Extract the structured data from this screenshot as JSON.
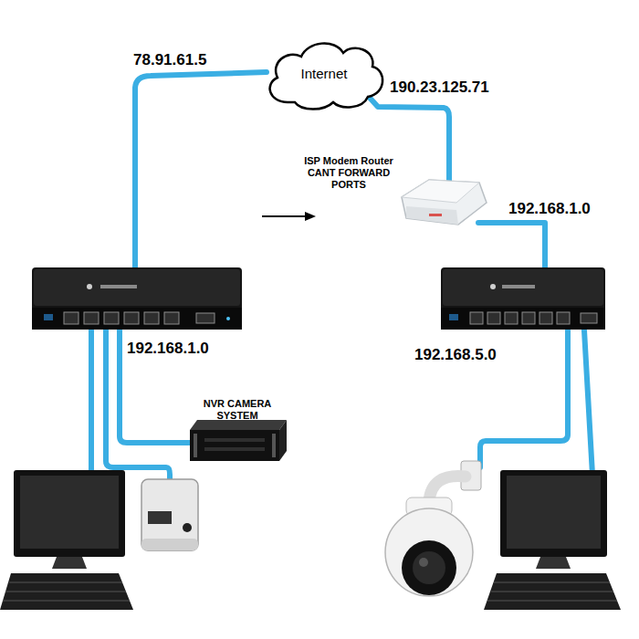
{
  "diagram": {
    "nodes": [
      {
        "text": [
          "Internet"
        ]
      },
      {
        "text": [
          "NVR CAMERA SYSTEM"
        ]
      }
    ],
    "labels": [
      "78.91.61.5",
      "190.23.125.71",
      "ISP Modem Router CANT FORWARD PORTS",
      "192.168.1.0",
      "192.168.1.0",
      "192.168.5.0"
    ]
  }
}
